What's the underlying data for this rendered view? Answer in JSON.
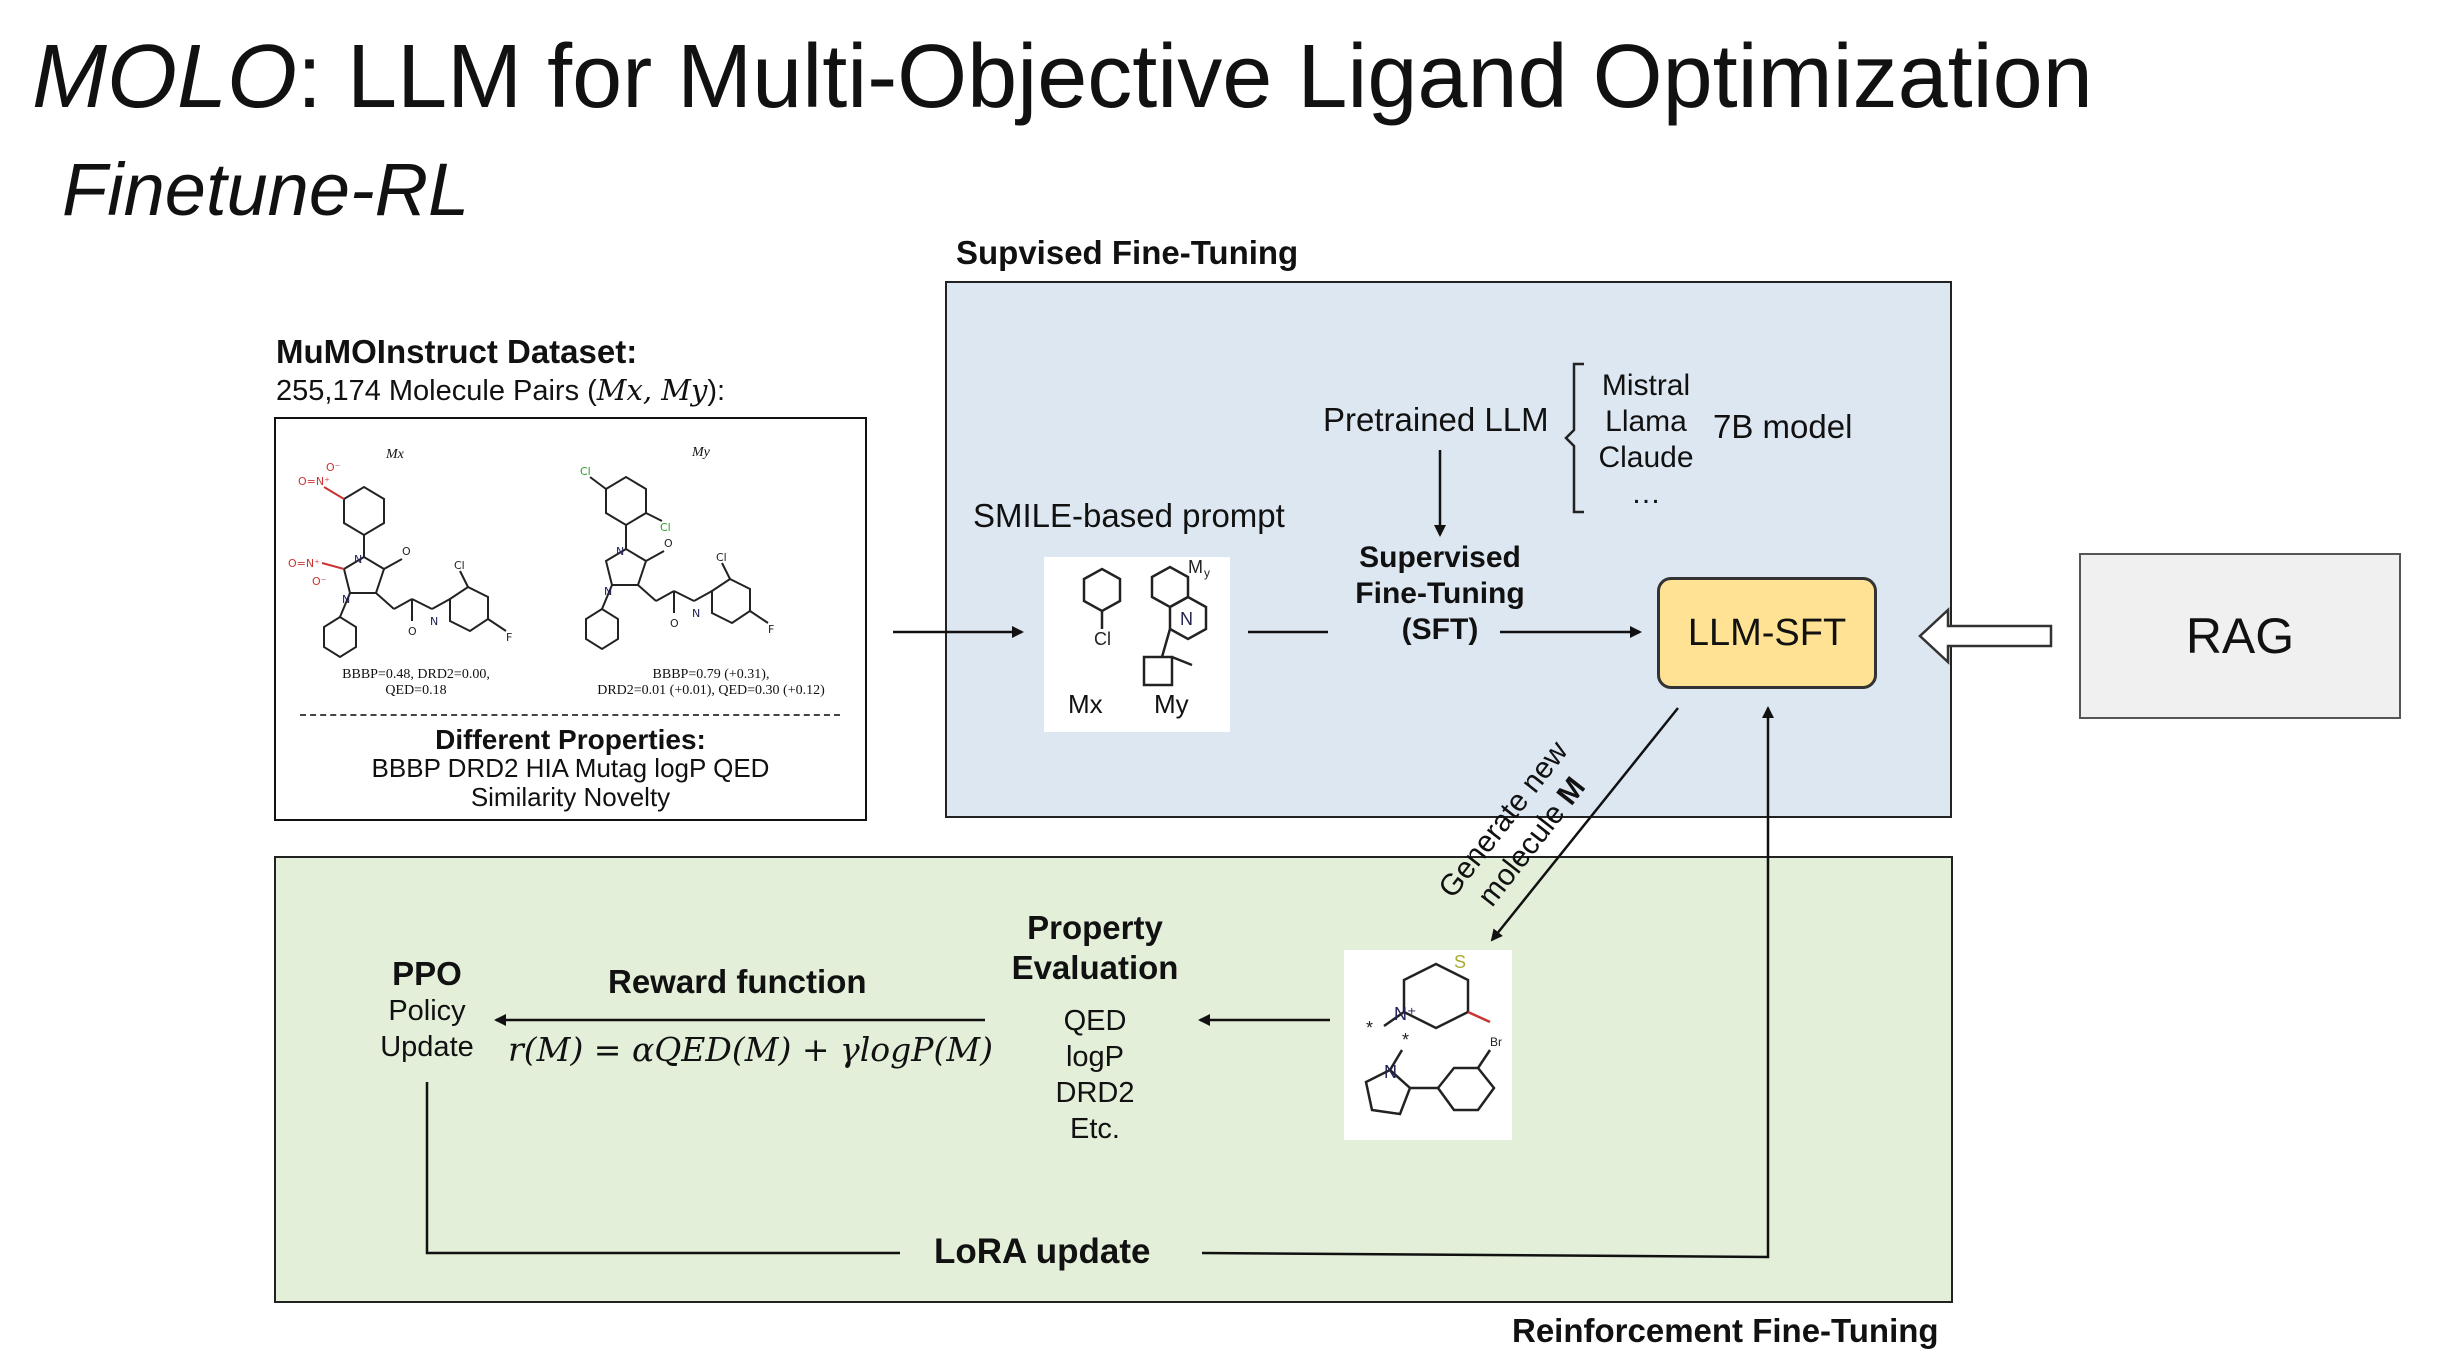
{
  "title": {
    "italic": "MOLO",
    "rest": ": LLM for Multi-Objective Ligand Optimization"
  },
  "subtitle": "Finetune-RL",
  "sft_section_label": "Supvised Fine-Tuning",
  "rl_section_label": "Reinforcement Fine-Tuning",
  "dataset": {
    "heading": "MuMOInstruct Dataset:",
    "pairs_prefix": "255,174 Molecule Pairs (",
    "pairs_vars": "Mx, My",
    "pairs_suffix": "):",
    "mx_label": "Mx",
    "my_label": "My",
    "mx_props": [
      "BBBP=0.48, DRD2=0.00,",
      "QED=0.18"
    ],
    "my_props": [
      "BBBP=0.79 (+0.31),",
      "DRD2=0.01 (+0.01), QED=0.30 (+0.12)"
    ],
    "props_heading": "Different Properties:",
    "props_line1": "BBBP  DRD2  HIA  Mutag  logP  QED",
    "props_line2": "Similarity Novelty"
  },
  "sft": {
    "pretrained": "Pretrained LLM",
    "models": [
      "Mistral",
      "Llama",
      "Claude",
      "…"
    ],
    "model_size": "7B model",
    "prompt_label": "SMILE-based prompt",
    "prompt_mx": "Mx",
    "prompt_my": "My",
    "sft_lines": [
      "Supervised",
      "Fine-Tuning",
      "(SFT)"
    ],
    "llm_sft": "LLM-SFT",
    "rag": "RAG"
  },
  "generate": {
    "line1": "Generate new",
    "line2_prefix": "molecule ",
    "line2_bold": "M"
  },
  "rl": {
    "ppo_title": "PPO",
    "ppo_lines": [
      "Policy",
      "Update"
    ],
    "reward_title": "Reward function",
    "reward_formula": "r(M) = αQED(M) + γlogP(M)",
    "eval_title": [
      "Property",
      "Evaluation"
    ],
    "eval_items": [
      "QED",
      "logP",
      "DRD2",
      "Etc."
    ],
    "lora": "LoRA update"
  }
}
